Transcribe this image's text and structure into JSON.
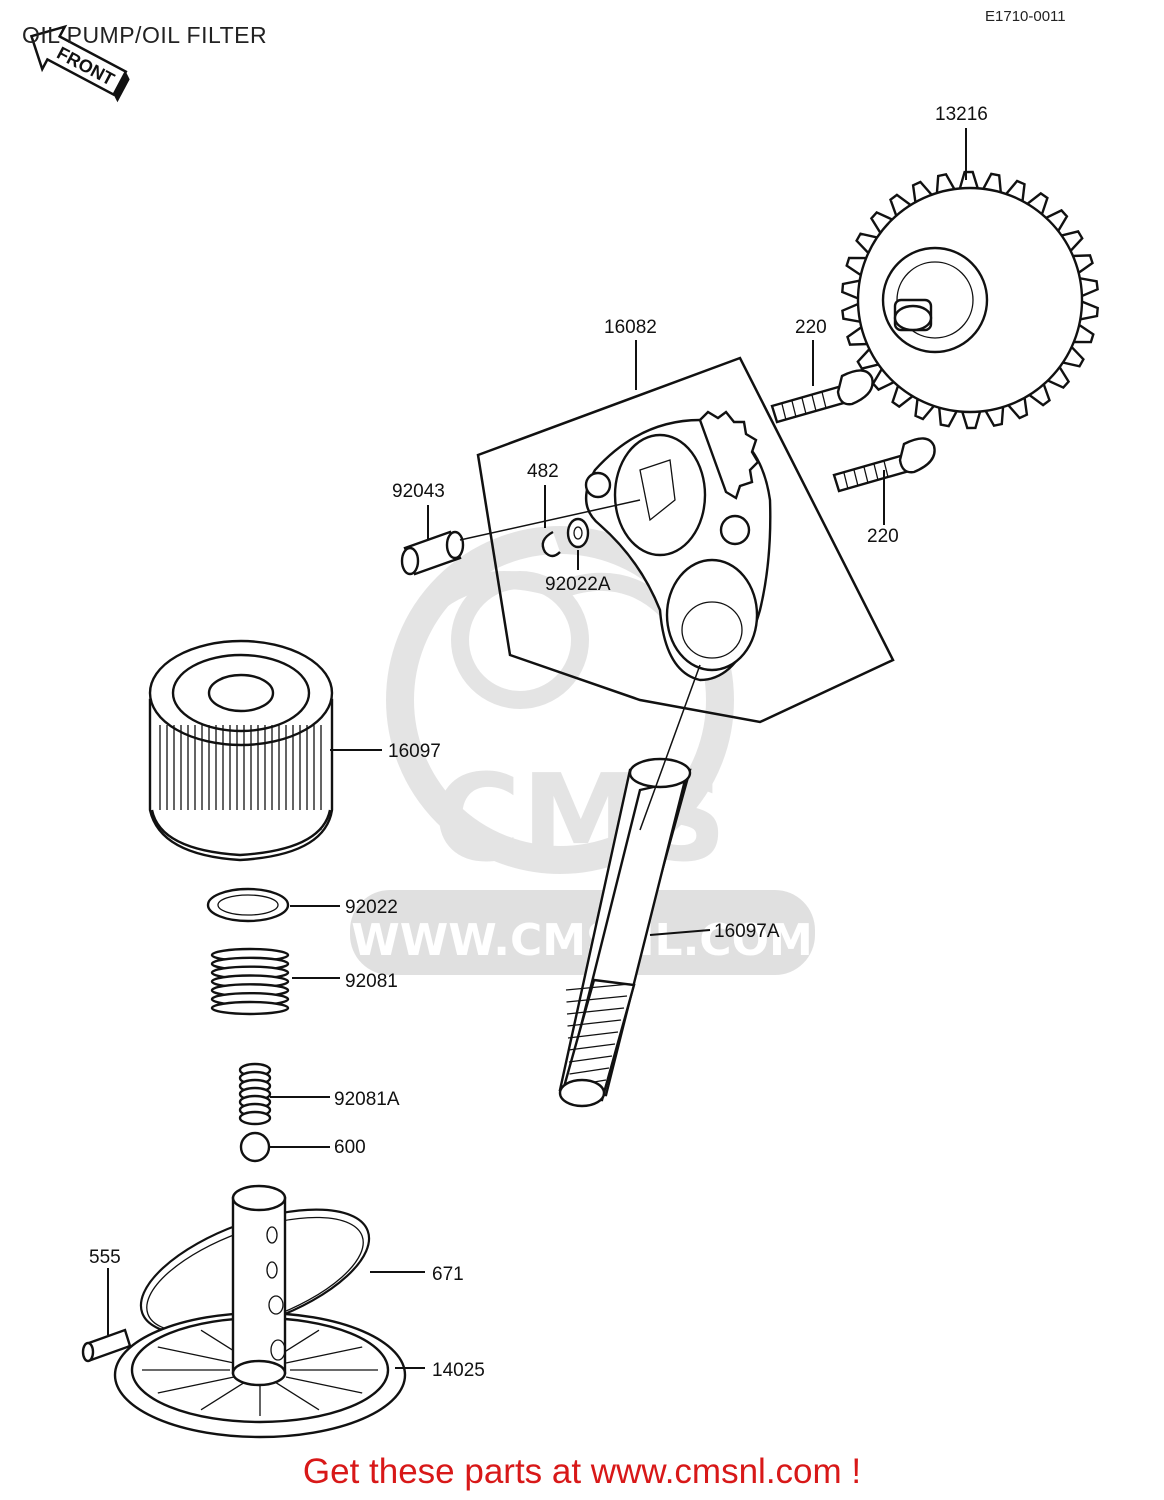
{
  "header": {
    "title": "OIL PUMP/OIL FILTER",
    "diagram_code": "E1710-0011",
    "front_arrow_label": "FRONT"
  },
  "watermark": {
    "brand": "CMS",
    "url": "WWW.CMSNL.COM"
  },
  "parts": {
    "p13216": "13216",
    "p16082": "16082",
    "p220_top": "220",
    "p220_bottom": "220",
    "p92043": "92043",
    "p482": "482",
    "p92022A": "92022A",
    "p16097": "16097",
    "p92022": "92022",
    "p16097A": "16097A",
    "p92081": "92081",
    "p92081A": "92081A",
    "p600": "600",
    "p555": "555",
    "p671": "671",
    "p14025": "14025"
  },
  "footer": {
    "text": "Get these parts at www.cmsnl.com !"
  }
}
